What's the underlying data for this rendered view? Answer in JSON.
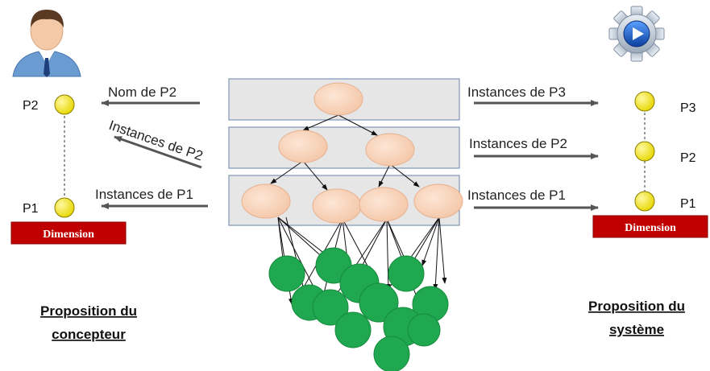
{
  "designer": {
    "icon": "user-avatar-icon",
    "points": [
      {
        "label": "P2"
      },
      {
        "label": "P1"
      }
    ],
    "dimension_label": "Dimension",
    "arrows": [
      {
        "label": "Nom de P2"
      },
      {
        "label": "Instances de P2"
      },
      {
        "label": "Instances de P1"
      }
    ],
    "caption_lines": [
      "Proposition du",
      "concepteur"
    ]
  },
  "system": {
    "icon": "gear-icon",
    "points": [
      {
        "label": "P3"
      },
      {
        "label": "P2"
      },
      {
        "label": "P1"
      }
    ],
    "dimension_label": "Dimension",
    "arrows": [
      {
        "label": "Instances de P3"
      },
      {
        "label": "Instances de P2"
      },
      {
        "label": "Instances de P1"
      }
    ],
    "caption_lines": [
      "Proposition du",
      "système"
    ]
  },
  "colors": {
    "point": "#f2e600",
    "dimension": "#c00000",
    "level_band": "#e6e6e6",
    "level_border": "#7f95b8",
    "node": "#f8d6bc",
    "leaf": "#1fa84f",
    "arrow": "#555555"
  }
}
